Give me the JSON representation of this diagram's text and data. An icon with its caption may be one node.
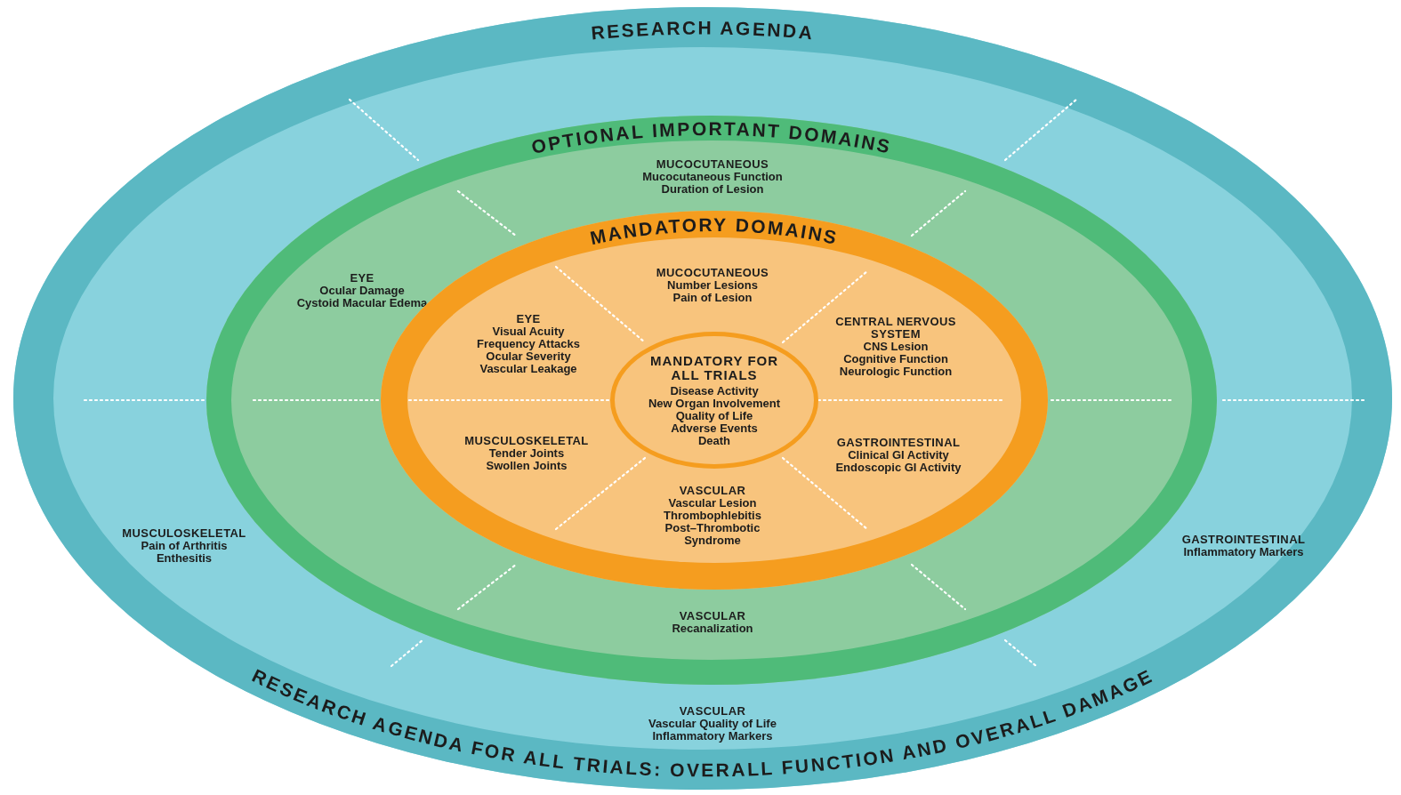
{
  "diagram": {
    "nodes": [
      {
        "text": [
          "RESEARCH AGENDA",
          "RESEARCH AGENDA FOR ALL TRIALS: OVERALL FUNCTION AND OVERALL DAMAGE"
        ]
      },
      {
        "text": [
          "MUSCULOSKELETAL",
          "Pain of Arthritis",
          "Enthesitis"
        ],
        "in": 0
      },
      {
        "text": [
          "GASTROINTESTINAL",
          "Inflammatory Markers"
        ],
        "in": 0
      },
      {
        "text": [
          "VASCULAR",
          "Vascular Quality of Life",
          "Inflammatory Markers"
        ],
        "in": 0
      },
      {
        "text": [
          "OPTIONAL IMPORTANT DOMAINS"
        ],
        "in": 0
      },
      {
        "text": [
          "MUCOCUTANEOUS",
          "Mucocutaneous Function",
          "Duration of Lesion"
        ],
        "in": 4
      },
      {
        "text": [
          "EYE",
          "Ocular Damage",
          "Cystoid Macular Edema"
        ],
        "in": 4
      },
      {
        "text": [
          "VASCULAR",
          "Recanalization"
        ],
        "in": 4
      },
      {
        "text": [
          "MANDATORY DOMAINS"
        ],
        "in": 4
      },
      {
        "text": [
          "MUCOCUTANEOUS",
          "Number Lesions",
          "Pain of Lesion"
        ],
        "in": 8
      },
      {
        "text": [
          "EYE",
          "Visual Acuity",
          "Frequency Attacks",
          "Ocular Severity",
          "Vascular Leakage"
        ],
        "in": 8
      },
      {
        "text": [
          "CENTRAL NERVOUS SYSTEM",
          "CNS Lesion",
          "Cognitive Function",
          "Neurologic Function"
        ],
        "in": 8
      },
      {
        "text": [
          "MANDATORY FOR ALL TRIALS",
          "Disease Activity",
          "New Organ Involvement",
          "Quality of Life",
          "Adverse Events",
          "Death"
        ],
        "in": 8
      },
      {
        "text": [
          "MUSCULOSKELETAL",
          "Tender Joints",
          "Swollen Joints"
        ],
        "in": 8
      },
      {
        "text": [
          "GASTROINTESTINAL",
          "Clinical GI Activity",
          "Endoscopic GI Activity"
        ],
        "in": 8
      },
      {
        "text": [
          "VASCULAR",
          "Vascular Lesion",
          "Thrombophlebitis",
          "Post–Thrombotic Syndrome"
        ],
        "in": 8
      }
    ]
  }
}
